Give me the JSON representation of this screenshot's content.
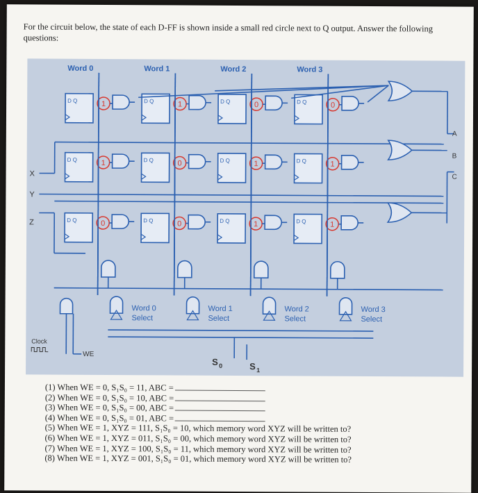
{
  "intro": "For the circuit below, the state of each D-FF is shown inside a small red circle next to Q output. Answer the following questions:",
  "circuit": {
    "words": [
      "Word 0",
      "Word 1",
      "Word 2",
      "Word 3"
    ],
    "inputs": [
      "X",
      "Y",
      "Z"
    ],
    "outputs": [
      "A",
      "B",
      "C"
    ],
    "ff_pin_label": "D Q",
    "ff_states": [
      [
        "1",
        "1",
        "0",
        "0"
      ],
      [
        "1",
        "0",
        "1",
        "1"
      ],
      [
        "0",
        "0",
        "1",
        "1"
      ]
    ],
    "selects": [
      {
        "line1": "Word 0",
        "line2": "Select"
      },
      {
        "line1": "Word 1",
        "line2": "Select"
      },
      {
        "line1": "Word 2",
        "line2": "Select"
      },
      {
        "line1": "Word 3",
        "line2": "Select"
      }
    ],
    "clock_label": "Clock",
    "we_label": "WE",
    "s0_label": "S",
    "s0_sub": "0",
    "s1_label": "S",
    "s1_sub": "1",
    "colors": {
      "wire": "#2a5fb0",
      "state": "#d8362c",
      "panel": "#c4cfdf"
    }
  },
  "questions": [
    {
      "text": "(1) When WE = 0, S₁S₀ = 11, ABC =",
      "blank": true
    },
    {
      "text": "(2) When WE = 0, S₁S₀ = 10, ABC =",
      "blank": true
    },
    {
      "text": "(3) When WE = 0, S₁S₀ = 00, ABC =",
      "blank": true
    },
    {
      "text": "(4) When WE = 0, S₁S₀ = 01, ABC =",
      "blank": true
    },
    {
      "text": "(5) When WE = 1, XYZ = 111, S₁S₀ = 10, which memory word XYZ will be written to?",
      "blank": false
    },
    {
      "text": "(6) When WE = 1, XYZ = 011, S₁S₀ = 00, which memory word XYZ will be written to?",
      "blank": false
    },
    {
      "text": "(7) When WE = 1, XYZ = 100, S₁S₀ = 11, which memory word XYZ will be written to?",
      "blank": false
    },
    {
      "text": "(8) When WE = 1, XYZ = 001, S₁S₀ = 01, which memory word XYZ will be written to?",
      "blank": false
    }
  ]
}
